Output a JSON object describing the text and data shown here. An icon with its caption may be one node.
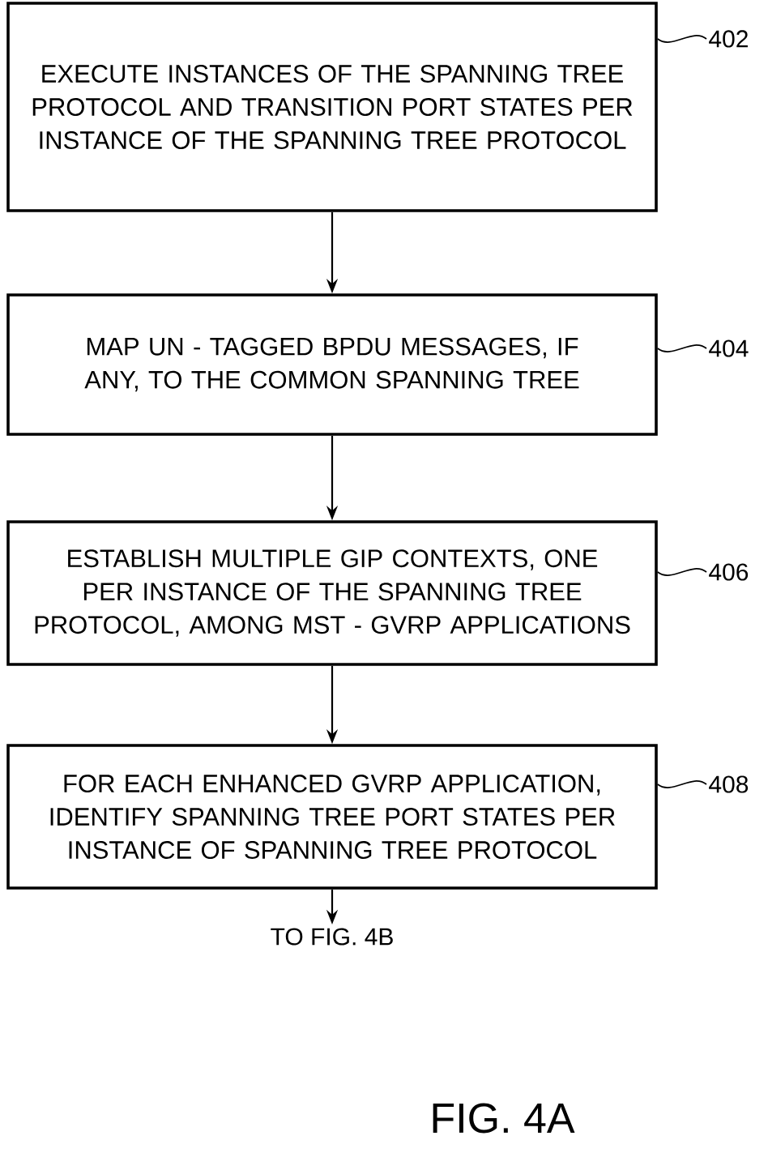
{
  "diagram": {
    "caption": "FIG. 4A",
    "nodes": [
      {
        "text": [
          "EXECUTE INSTANCES OF THE SPANNING TREE PROTOCOL AND TRANSITION PORT STATES PER INSTANCE OF THE SPANNING TREE PROTOCOL"
        ]
      },
      {
        "text": [
          "MAP UN - TAGGED BPDU MESSAGES, IF ANY, TO THE COMMON SPANNING TREE"
        ]
      },
      {
        "text": [
          "ESTABLISH MULTIPLE GIP CONTEXTS, ONE PER INSTANCE OF THE SPANNING TREE PROTOCOL, AMONG MST - GVRP APPLICATIONS"
        ]
      },
      {
        "text": [
          "FOR EACH ENHANCED GVRP APPLICATION, IDENTIFY SPANNING TREE PORT STATES PER INSTANCE OF SPANNING TREE PROTOCOL"
        ]
      },
      {
        "text": [
          "TO FIG. 4B"
        ]
      },
      {
        "text": [
          "402"
        ]
      },
      {
        "text": [
          "404"
        ]
      },
      {
        "text": [
          "406"
        ]
      },
      {
        "text": [
          "408"
        ]
      }
    ],
    "edges": [
      {
        "from": 0,
        "to": 1,
        "arrow": "to"
      },
      {
        "from": 1,
        "to": 2,
        "arrow": "to"
      },
      {
        "from": 2,
        "to": 3,
        "arrow": "to"
      },
      {
        "from": 3,
        "to": 4,
        "arrow": "to"
      },
      {
        "from": 5,
        "to": 0,
        "arrow": "none"
      },
      {
        "from": 6,
        "to": 1,
        "arrow": "none"
      },
      {
        "from": 7,
        "to": 2,
        "arrow": "none"
      },
      {
        "from": 8,
        "to": 3,
        "arrow": "none"
      }
    ]
  }
}
